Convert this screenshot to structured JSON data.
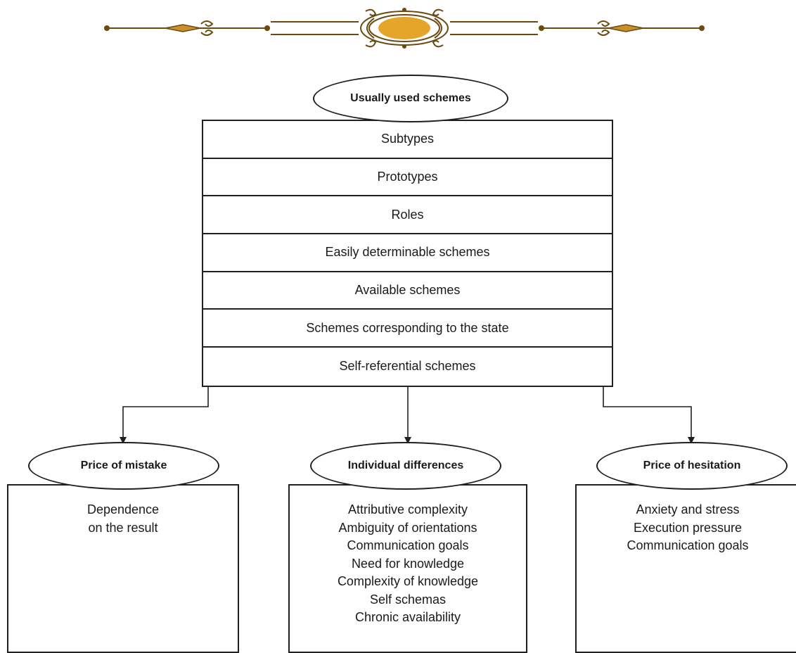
{
  "colors": {
    "ornament_gold": "#e5a52a",
    "ornament_brown": "#6b4a12",
    "line": "#231f20"
  },
  "top": {
    "title": "Usually used schemes",
    "schemes": [
      "Subtypes",
      "Prototypes",
      "Roles",
      "Easily determinable schemes",
      "Available schemes",
      "Schemes corresponding to the state",
      "Self-referential schemes"
    ]
  },
  "factors": [
    {
      "title": "Price of mistake",
      "items": [
        "Dependence",
        "on the result"
      ]
    },
    {
      "title": "Individual differences",
      "items": [
        "Attributive complexity",
        "Ambiguity of orientations",
        "Communication goals",
        "Need for knowledge",
        "Complexity of knowledge",
        "Self schemas",
        "Chronic availability"
      ]
    },
    {
      "title": "Price of hesitation",
      "items": [
        "Anxiety and stress",
        "Execution pressure",
        "Communication goals"
      ]
    }
  ]
}
